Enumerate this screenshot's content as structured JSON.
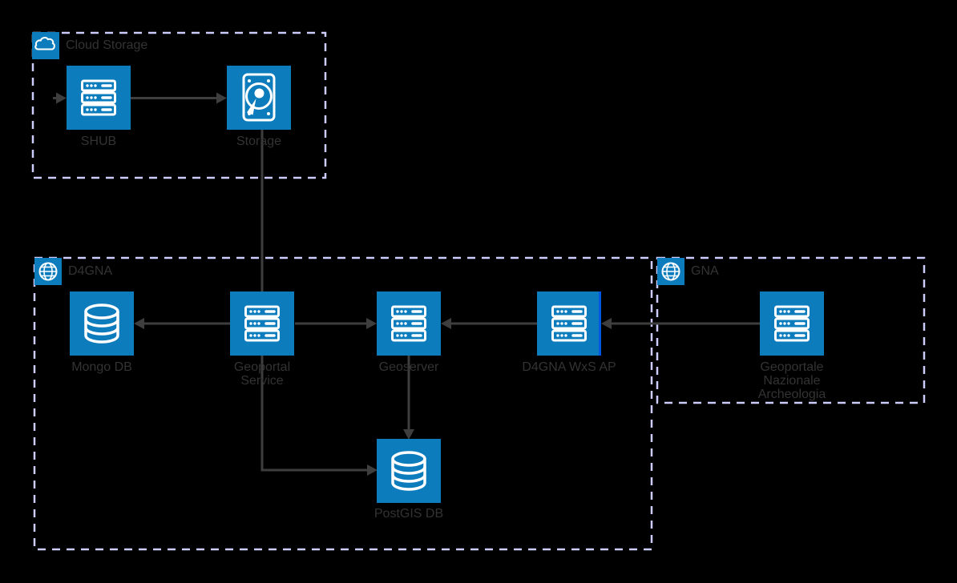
{
  "colors": {
    "background": "#000000",
    "node_fill": "#0D7CBD",
    "icon": "#FFFFFF",
    "container_border": "#CCCCFF",
    "edge": "#3E3E3E",
    "label": "#333333",
    "wxs_accent": "#0059E0"
  },
  "containers": {
    "cloud_storage": {
      "label": "Cloud Storage",
      "icon": "cloud-icon"
    },
    "d4gna": {
      "label": "D4GNA",
      "icon": "globe-icon"
    },
    "gna": {
      "label": "GNA",
      "icon": "globe-icon"
    }
  },
  "nodes": {
    "shub": {
      "label": "SHUB",
      "icon": "server-icon"
    },
    "storage": {
      "label": "Storage",
      "icon": "hard-disk-icon"
    },
    "mongo_db": {
      "label": "Mongo DB",
      "icon": "database-icon"
    },
    "geoportal_service": {
      "label": "Geoportal\nService",
      "icon": "server-icon"
    },
    "geoserver": {
      "label": "Geoserver",
      "icon": "server-icon"
    },
    "d4gna_wxs_ap": {
      "label": "D4GNA WxS AP",
      "icon": "server-icon"
    },
    "postgis_db": {
      "label": "PostGIS DB",
      "icon": "database-icon"
    },
    "geoportale_nazionale_archeologia": {
      "label": "Geoportale\nNazionale\nArcheologia",
      "icon": "server-icon"
    }
  },
  "edges": [
    {
      "from": "external",
      "to": "shub",
      "arrow": "to"
    },
    {
      "from": "shub",
      "to": "storage",
      "arrow": "to"
    },
    {
      "from": "storage",
      "to": "geoportal_service",
      "arrow": "none"
    },
    {
      "from": "geoportal_service",
      "to": "mongo_db",
      "arrow": "to"
    },
    {
      "from": "geoportal_service",
      "to": "geoserver",
      "arrow": "to"
    },
    {
      "from": "d4gna_wxs_ap",
      "to": "geoserver",
      "arrow": "to"
    },
    {
      "from": "geoportale_nazionale_archeologia",
      "to": "d4gna_wxs_ap",
      "arrow": "to"
    },
    {
      "from": "geoserver",
      "to": "postgis_db",
      "arrow": "to"
    },
    {
      "from": "geoportal_service",
      "to": "postgis_db",
      "arrow": "to"
    }
  ]
}
